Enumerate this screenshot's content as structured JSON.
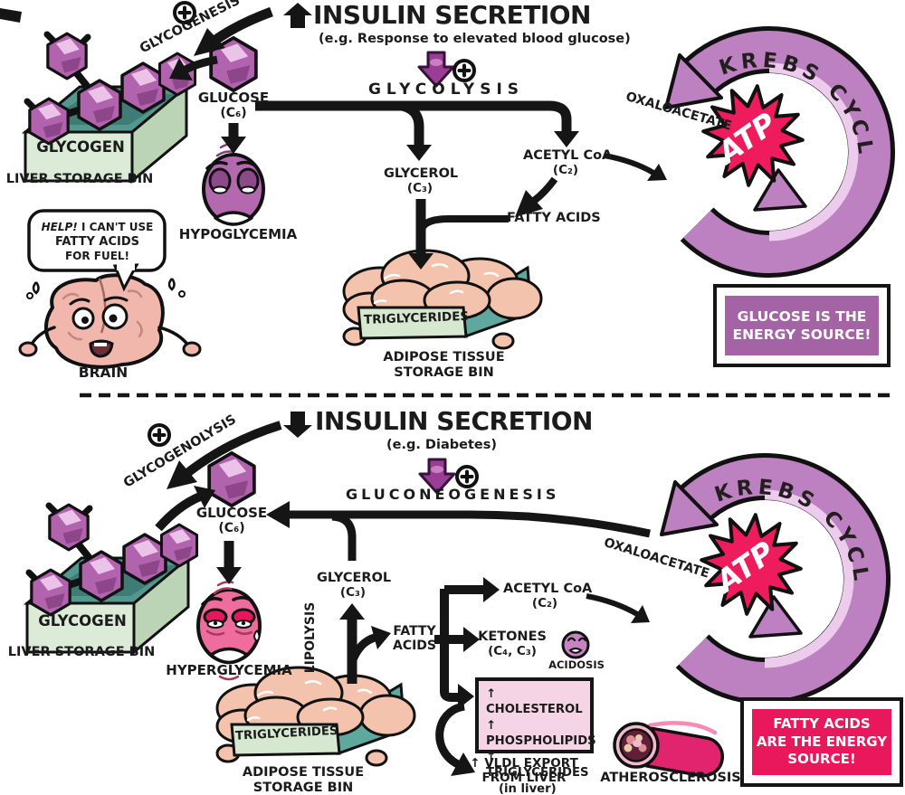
{
  "colors": {
    "background": "#ffffff",
    "arrow_black": "#151515",
    "krebs_arrow": "#bd80c0",
    "krebs_arrow_light": "#edcbed",
    "atp_star": "#ee1c5c",
    "purple_box": "#a363a5",
    "crimson_box": "#e9175c",
    "bin_front_green": "#dcead8",
    "bin_teal": "#53988f",
    "fat_pink": "#f4c3ae",
    "molecule_purple": "#b263ae",
    "hypoglycemia_face": "#b469af",
    "hyperglycemia_face": "#ee6d9c",
    "lipid_box_pink": "#f5d4e6",
    "accent_purple_arrow": "#9a3d95"
  },
  "icons": {
    "top_title_arrow": "up-arrow",
    "bottom_title_arrow": "down-arrow",
    "stimulation": "plus-circle",
    "pathway_arrow": "purple-down-arrow"
  },
  "top": {
    "title": "INSULIN SECRETION",
    "subtitle": "(e.g. Response to elevated blood glucose)",
    "pathway": "GLYCOLYSIS",
    "glycogenesis": "GLYCOGENESIS",
    "glucose": "GLUCOSE",
    "glucose_formula": "(C₆)",
    "glycogen": "GLYCOGEN",
    "liver_bin": "LIVER STORAGE BIN",
    "hypoglycemia": "HYPOGLYCEMIA",
    "glycerol": "GLYCEROL",
    "glycerol_formula": "(C₃)",
    "acetyl_coa": "ACETYL CoA",
    "acetyl_formula": "(C₂)",
    "fatty_acids": "FATTY ACIDS",
    "triglycerides": "TRIGLYCERIDES",
    "adipose_line1": "ADIPOSE TISSUE",
    "adipose_line2": "STORAGE BIN",
    "oxaloacetate": "OXALOACETATE",
    "krebs_cycle": "KREBS CYCLE",
    "atp": "ATP",
    "energy_line1": "GLUCOSE IS THE",
    "energy_line2": "ENERGY SOURCE!",
    "bubble_help": "HELP!",
    "bubble_line1": " I CAN'T USE",
    "bubble_line2": "FATTY ACIDS",
    "bubble_line3": "FOR FUEL!",
    "brain": "BRAIN"
  },
  "bottom": {
    "title": "INSULIN SECRETION",
    "subtitle": "(e.g. Diabetes)",
    "pathway": "GLUCONEOGENESIS",
    "glycogenolysis": "GLYCOGENOLYSIS",
    "glucose": "GLUCOSE",
    "glucose_formula": "(C₆)",
    "glycogen": "GLYCOGEN",
    "liver_bin": "LIVER STORAGE BIN",
    "hyperglycemia": "HYPERGLYCEMIA",
    "glycerol": "GLYCEROL",
    "glycerol_formula": "(C₃)",
    "lipolysis": "LIPOLYSIS",
    "fatty_line1": "FATTY",
    "fatty_line2": "ACIDS",
    "acetyl_coa": "ACETYL CoA",
    "acetyl_formula": "(C₂)",
    "ketones": "KETONES",
    "ketones_formula": "(C₄, C₃)",
    "acidosis": "ACIDOSIS",
    "lipid_line1": "↑ CHOLESTEROL",
    "lipid_line2": "↑ PHOSPHOLIPIDS",
    "lipid_line3": "↑ TRIGLYCERIDES",
    "lipid_line4": "(in liver)",
    "vldl_line1": "↑ VLDL EXPORT",
    "vldl_line2": "FROM LIVER",
    "atherosclerosis": "ATHEROSCLEROSIS",
    "triglycerides": "TRIGLYCERIDES",
    "adipose_line1": "ADIPOSE TISSUE",
    "adipose_line2": "STORAGE BIN",
    "oxaloacetate": "OXALOACETATE",
    "krebs_cycle": "KREBS CYCLE",
    "atp": "ATP",
    "energy_line1": "FATTY ACIDS",
    "energy_line2": "ARE THE ENERGY",
    "energy_line3": "SOURCE!"
  }
}
